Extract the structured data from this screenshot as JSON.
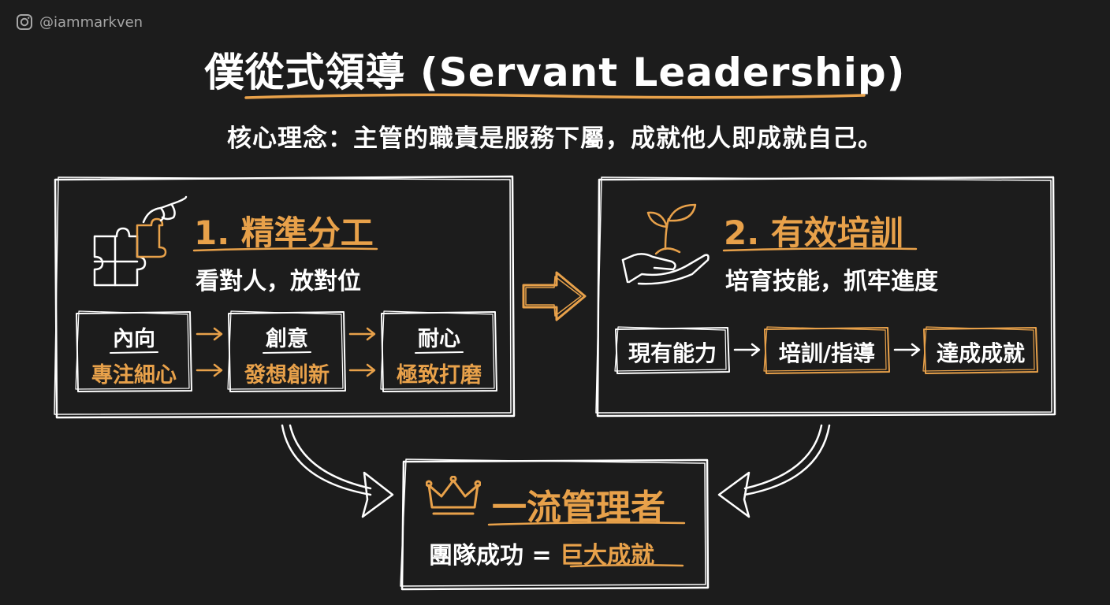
{
  "handle": "@iammarkven",
  "title": "僕從式領導 (Servant Leadership)",
  "subtitle": "核心理念：主管的職責是服務下屬，成就他人即成就自己。",
  "panel1": {
    "heading": "1. 精準分工",
    "tagline": "看對人，放對位",
    "traits": [
      {
        "label": "內向",
        "sub": "專注細心"
      },
      {
        "label": "創意",
        "sub": "發想創新"
      },
      {
        "label": "耐心",
        "sub": "極致打磨"
      }
    ]
  },
  "panel2": {
    "heading": "2. 有效培訓",
    "tagline": "培育技能，抓牢進度",
    "flow": [
      "現有能力",
      "培訓/指導",
      "達成成就"
    ]
  },
  "result": {
    "heading": "一流管理者",
    "equation_left": "團隊成功",
    "equals": "=",
    "equation_right": "巨大成就"
  },
  "icons": [
    "instagram-icon",
    "puzzle-hand-icon",
    "sprout-hand-icon",
    "crown-icon"
  ],
  "colors": {
    "background": "#1c1c1c",
    "accent": "#e8a14a",
    "line": "#ffffff"
  }
}
